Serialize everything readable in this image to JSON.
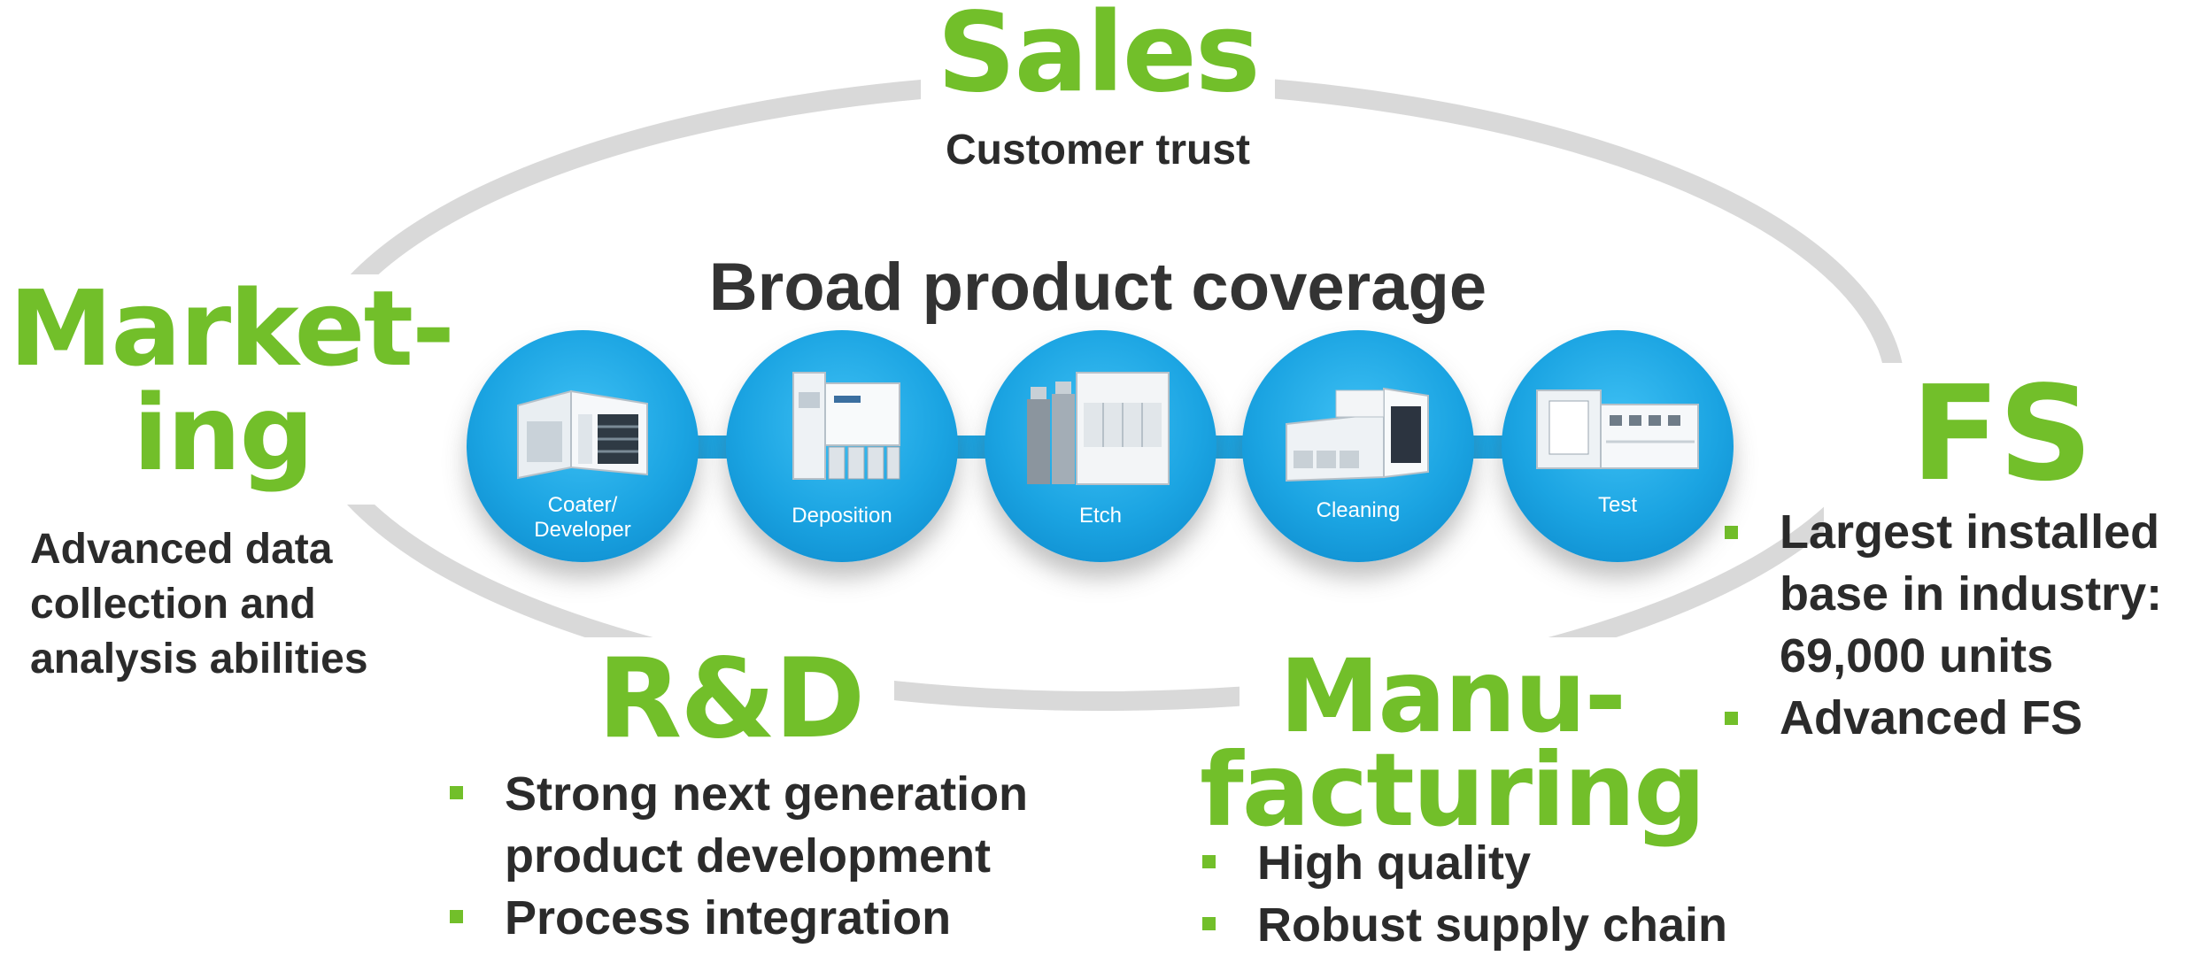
{
  "center_title": "Broad product coverage",
  "sales": {
    "title": "Sales",
    "subtitle": "Customer trust"
  },
  "marketing": {
    "title_line1": "Market-",
    "title_line2": "ing",
    "desc_lines": [
      "Advanced data",
      "collection and",
      "analysis abilities"
    ]
  },
  "fs": {
    "title": "FS",
    "bullets": [
      {
        "lines": [
          "Largest installed",
          "base in industry:",
          "69,000 units"
        ]
      },
      {
        "lines": [
          "Advanced FS"
        ]
      }
    ]
  },
  "rnd": {
    "title": "R&D",
    "bullets": [
      {
        "lines": [
          "Strong next generation",
          "product development"
        ]
      },
      {
        "lines": [
          "Process integration"
        ]
      }
    ]
  },
  "manufacturing": {
    "title_line1": "Manu-",
    "title_line2": "facturing",
    "bullets": [
      {
        "lines": [
          "High quality"
        ]
      },
      {
        "lines": [
          "Robust supply chain"
        ]
      }
    ]
  },
  "products": [
    {
      "label_lines": [
        "Coater/",
        "Developer"
      ],
      "icon": "coater-developer-machine"
    },
    {
      "label_lines": [
        "Deposition"
      ],
      "icon": "deposition-machine"
    },
    {
      "label_lines": [
        "Etch"
      ],
      "icon": "etch-machine"
    },
    {
      "label_lines": [
        "Cleaning"
      ],
      "icon": "cleaning-machine"
    },
    {
      "label_lines": [
        "Test"
      ],
      "icon": "test-machine"
    }
  ],
  "colors": {
    "accent_green": "#72bf2a",
    "product_blue": "#1ba4e2",
    "cycle_gray": "#d9d9d9",
    "text_dark": "#2b2b2b"
  }
}
